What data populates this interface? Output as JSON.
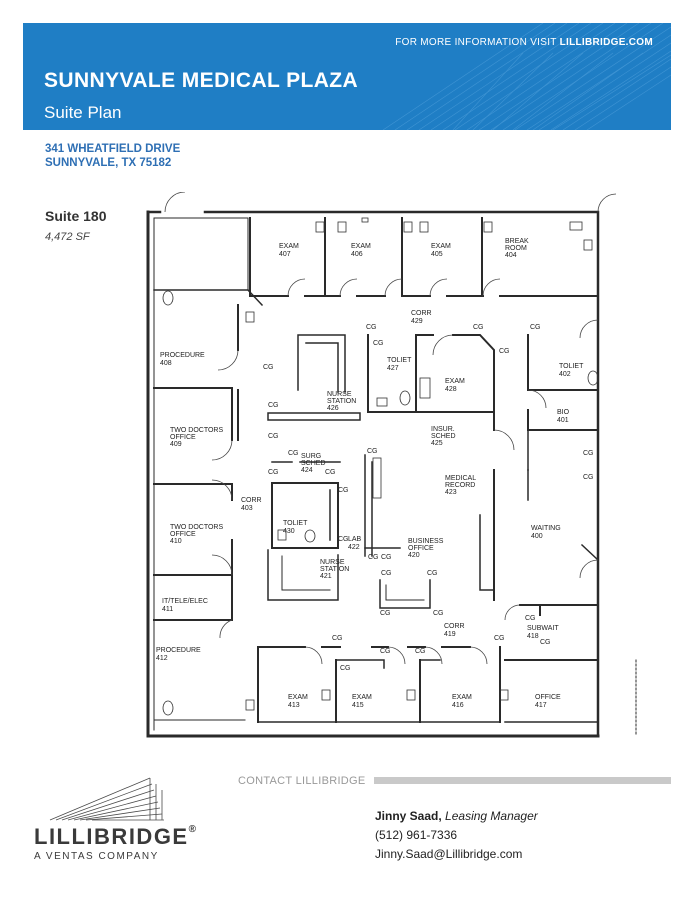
{
  "header": {
    "info_prefix": "FOR MORE INFORMATION VISIT ",
    "info_site": "LILLIBRIDGE.COM",
    "title": "SUNNYVALE MEDICAL PLAZA",
    "subtitle": "Suite Plan",
    "color": "#1f7ec5"
  },
  "address": {
    "line1": "341 WHEATFIELD DRIVE",
    "line2": "SUNNYVALE, TX 75182",
    "color": "#2e6fb4"
  },
  "suite": {
    "name": "Suite 180",
    "size": "4,472 SF"
  },
  "floorplan": {
    "rooms": [
      {
        "name": "EXAM",
        "number": "407"
      },
      {
        "name": "EXAM",
        "number": "406"
      },
      {
        "name": "EXAM",
        "number": "405"
      },
      {
        "name": "BREAK ROOM",
        "line1": "BREAK",
        "line2": "ROOM",
        "number": "404"
      },
      {
        "name": "CORR",
        "number": "429"
      },
      {
        "name": "TOLIET",
        "number": "427"
      },
      {
        "name": "EXAM",
        "number": "428"
      },
      {
        "name": "TOLIET",
        "number": "402"
      },
      {
        "name": "BIO",
        "number": "401"
      },
      {
        "name": "PROCEDURE",
        "number": "408"
      },
      {
        "name": "NURSE STATION",
        "line1": "NURSE",
        "line2": "STATION",
        "number": "426"
      },
      {
        "name": "TWO DOCTORS OFFICE",
        "line1": "TWO DOCTORS",
        "line2": "OFFICE",
        "number": "409"
      },
      {
        "name": "INSUR. SCHED",
        "line1": "INSUR.",
        "line2": "SCHED",
        "number": "425"
      },
      {
        "name": "SURG SCHED",
        "line1": "SURG",
        "line2": "SCHED",
        "number": "424"
      },
      {
        "name": "MEDICAL RECORD",
        "line1": "MEDICAL",
        "line2": "RECORD",
        "number": "423"
      },
      {
        "name": "CORR",
        "number": "403"
      },
      {
        "name": "TOLIET",
        "number": "430"
      },
      {
        "name": "LAB",
        "number": "422"
      },
      {
        "name": "TWO DOCTORS OFFICE",
        "line1": "TWO DOCTORS",
        "line2": "OFFICE",
        "number": "410"
      },
      {
        "name": "BUSINESS OFFICE",
        "line1": "BUSINESS",
        "line2": "OFFICE",
        "number": "420"
      },
      {
        "name": "WAITING",
        "number": "400"
      },
      {
        "name": "NURSE STATION",
        "line1": "NURSE",
        "line2": "STATION",
        "number": "421"
      },
      {
        "name": "IT/TELE/ELEC",
        "number": "411"
      },
      {
        "name": "CORR",
        "number": "419"
      },
      {
        "name": "SUBWAIT",
        "number": "418"
      },
      {
        "name": "PROCEDURE",
        "number": "412"
      },
      {
        "name": "EXAM",
        "number": "413"
      },
      {
        "name": "EXAM",
        "number": "415"
      },
      {
        "name": "EXAM",
        "number": "416"
      },
      {
        "name": "OFFICE",
        "number": "417"
      }
    ],
    "cg_label": "CG"
  },
  "footer": {
    "contact_heading": "CONTACT LILLIBRIDGE",
    "logo_name": "LILLIBRIDGE",
    "logo_mark": "®",
    "logo_tagline": "A VENTAS COMPANY",
    "contact_name": "Jinny Saad,",
    "contact_title": "Leasing Manager",
    "phone": "(512) 961-7336",
    "email": "Jinny.Saad@Lillibridge.com"
  }
}
